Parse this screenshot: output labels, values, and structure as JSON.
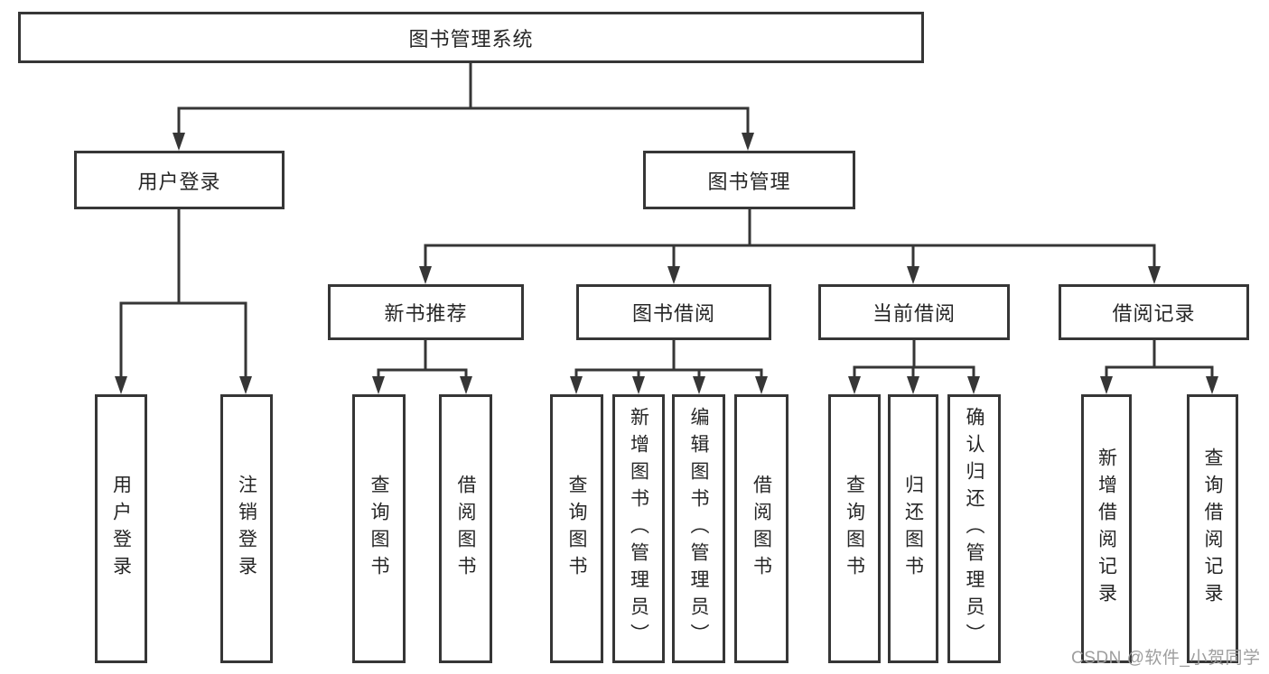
{
  "colors": {
    "line": "#363636",
    "text": "#262626",
    "box_bg": "#ffffff",
    "watermark": "#9e9e9e"
  },
  "watermark": {
    "text": "CSDN @软件_小贺同学"
  },
  "tree": {
    "root": {
      "label": "图书管理系统"
    },
    "level2": {
      "user_login": {
        "label": "用户登录"
      },
      "book_mgmt": {
        "label": "图书管理"
      }
    },
    "level3": {
      "new_books": {
        "label": "新书推荐"
      },
      "book_borrow": {
        "label": "图书借阅"
      },
      "current_borrow": {
        "label": "当前借阅"
      },
      "borrow_records": {
        "label": "借阅记录"
      }
    },
    "leaves": {
      "user_login": [
        "用户登录",
        "注销登录"
      ],
      "new_books": [
        "查询图书",
        "借阅图书"
      ],
      "book_borrow": [
        "查询图书",
        "新增图书（管理员）",
        "编辑图书（管理员）",
        "借阅图书"
      ],
      "current_borrow": [
        "查询图书",
        "归还图书",
        "确认归还（管理员）"
      ],
      "borrow_records": [
        "新增借阅记录",
        "查询借阅记录"
      ]
    }
  }
}
